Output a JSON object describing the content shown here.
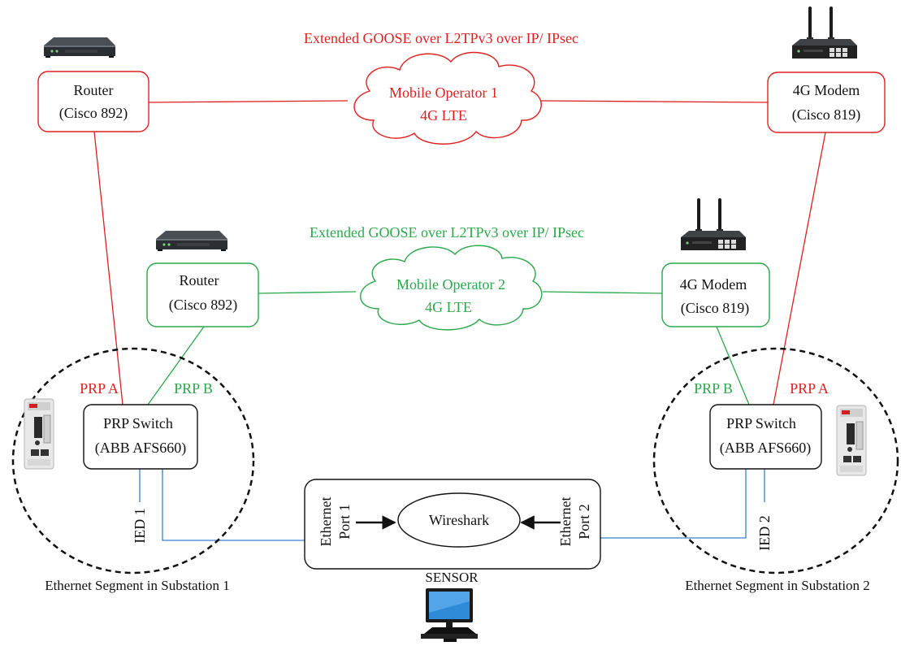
{
  "colors": {
    "red": "#e02020",
    "green": "#2aa84a",
    "blue": "#3a7fd0",
    "black": "#111111"
  },
  "top_link": {
    "label": "Extended GOOSE over L2TPv3 over IP/ IPsec",
    "router": {
      "line1": "Router",
      "line2": "(Cisco 892)"
    },
    "cloud": {
      "line1": "Mobile Operator 1",
      "line2": "4G LTE"
    },
    "modem": {
      "line1": "4G Modem",
      "line2": "(Cisco 819)"
    }
  },
  "bottom_link": {
    "label": "Extended GOOSE over L2TPv3 over IP/ IPsec",
    "router": {
      "line1": "Router",
      "line2": "(Cisco 892)"
    },
    "cloud": {
      "line1": "Mobile Operator 2",
      "line2": "4G LTE"
    },
    "modem": {
      "line1": "4G Modem",
      "line2": "(Cisco 819)"
    }
  },
  "substation1": {
    "prp_a": "PRP A",
    "prp_b": "PRP B",
    "switch": {
      "line1": "PRP Switch",
      "line2": "(ABB AFS660)"
    },
    "ied": "IED 1",
    "segment_label": "Ethernet Segment in Substation 1"
  },
  "substation2": {
    "prp_a": "PRP A",
    "prp_b": "PRP B",
    "switch": {
      "line1": "PRP Switch",
      "line2": "(ABB AFS660)"
    },
    "ied": "IED 2",
    "segment_label": "Ethernet Segment in Substation 2"
  },
  "sensor": {
    "label": "SENSOR",
    "port1": {
      "line1": "Ethernet",
      "line2": "Port 1"
    },
    "port2": {
      "line1": "Ethernet",
      "line2": "Port 2"
    },
    "wireshark": "Wireshark"
  },
  "icons": [
    "router-icon",
    "modem-icon",
    "switch-device-icon",
    "computer-icon"
  ]
}
